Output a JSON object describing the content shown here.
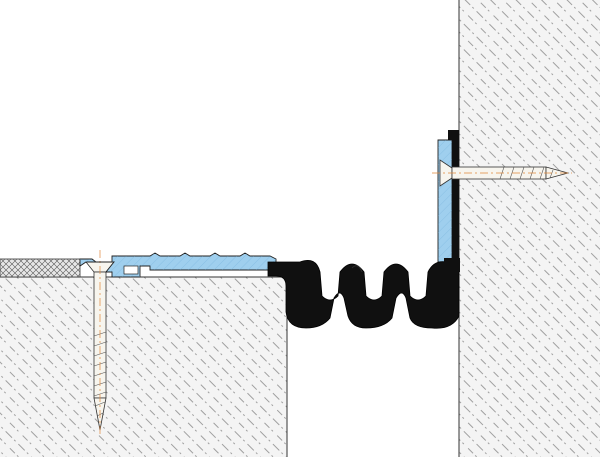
{
  "diagram": {
    "kind": "expansion-joint-cross-section",
    "colors": {
      "background": "#ffffff",
      "concrete_fill": "#f2f2f2",
      "concrete_hatch": "#8a8a8a",
      "aluminium_profile": "#9fcfee",
      "rubber_insert": "#101010",
      "screw_fill": "#f7f5ee",
      "screw_centerline": "#e0873a",
      "outline": "#202020",
      "floor_covering_fill": "#e6e6e6"
    },
    "parts": [
      {
        "name": "floor-slab",
        "material": "concrete"
      },
      {
        "name": "wall",
        "material": "concrete"
      },
      {
        "name": "floor-covering",
        "material": "textile"
      },
      {
        "name": "floor-profile",
        "material": "aluminium"
      },
      {
        "name": "wall-profile",
        "material": "aluminium"
      },
      {
        "name": "rubber-insert",
        "material": "elastomer"
      },
      {
        "name": "floor-screw",
        "material": "steel"
      },
      {
        "name": "wall-screw",
        "material": "steel"
      }
    ]
  }
}
